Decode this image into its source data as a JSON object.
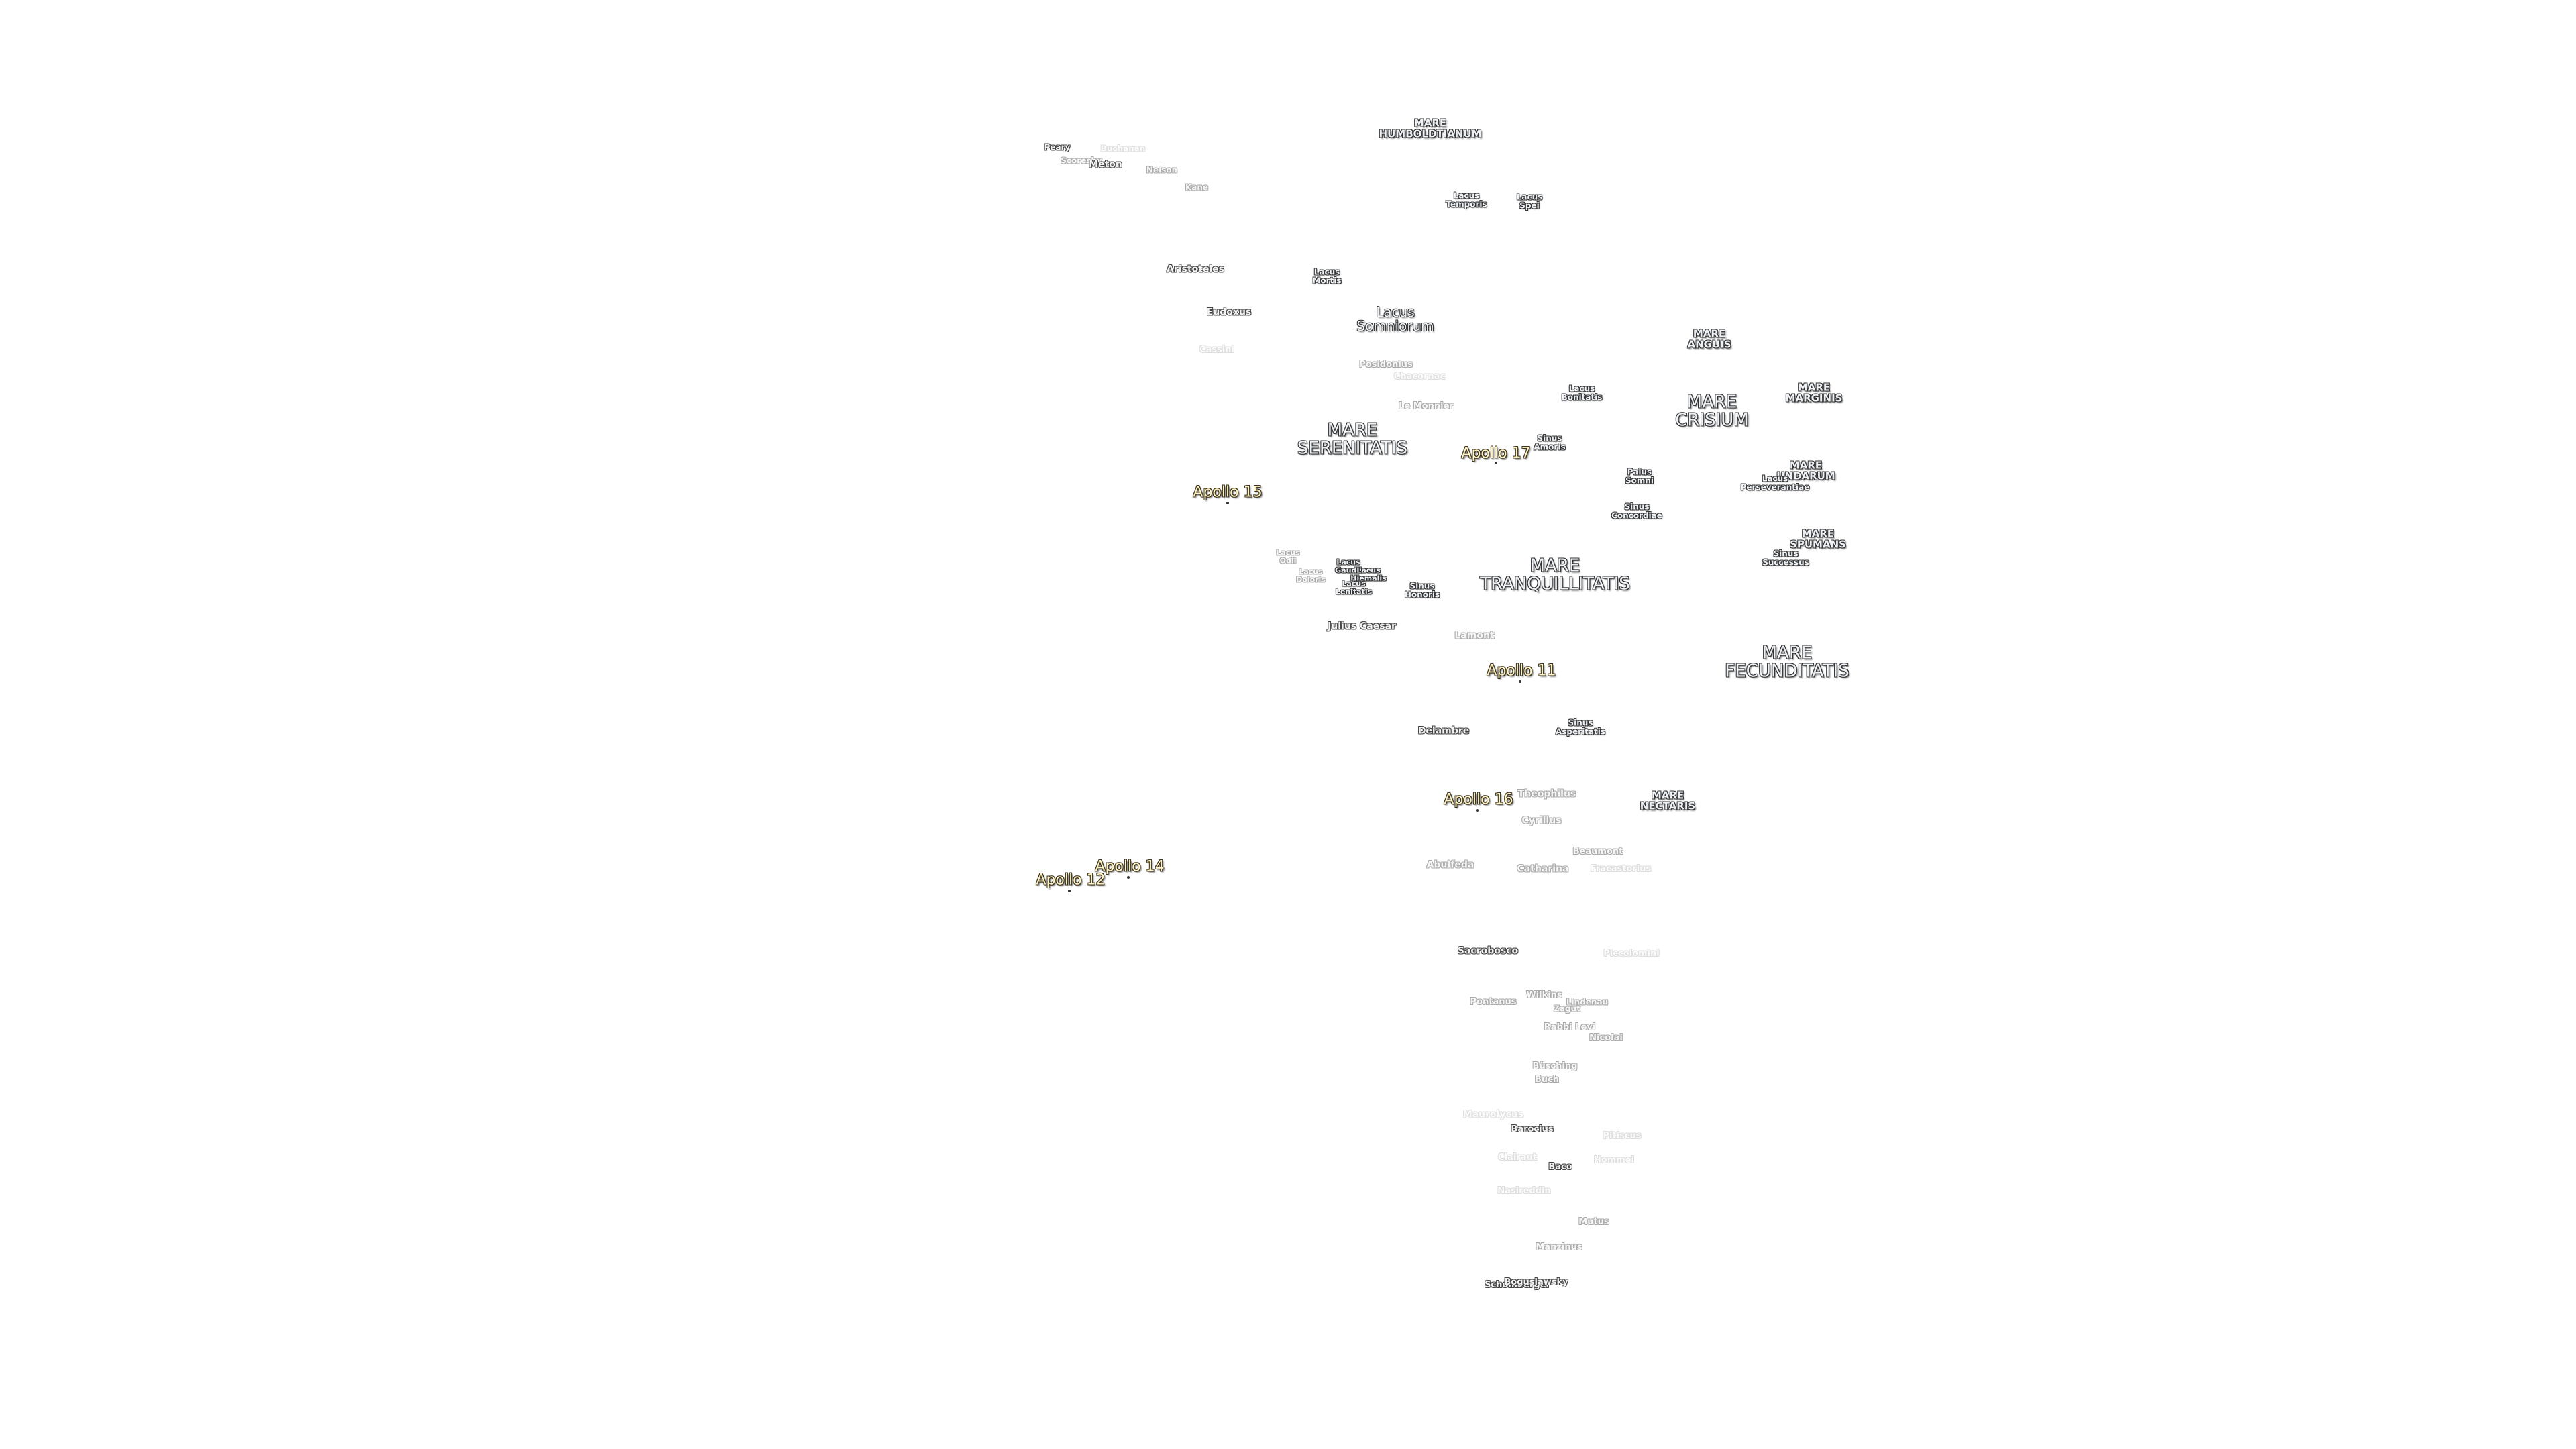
{
  "seas": [
    {
      "id": "mare-humboldtianum",
      "label": "MARE\nHUMBOLDTIANUM",
      "size": "small"
    },
    {
      "id": "mare-serenitatis",
      "label": "MARE\nSERENITATIS",
      "size": "large"
    },
    {
      "id": "mare-tranquillitatis",
      "label": "MARE\nTRANQUILLITATIS",
      "size": "large"
    },
    {
      "id": "mare-crisium",
      "label": "MARE\nCRISIUM",
      "size": "large"
    },
    {
      "id": "mare-fecunditatis",
      "label": "MARE\nFECUNDITATIS",
      "size": "large"
    },
    {
      "id": "mare-nectaris",
      "label": "MARE\nNECTARIS",
      "size": "small"
    },
    {
      "id": "mare-anguis",
      "label": "MARE\nANGUIS",
      "size": "small"
    },
    {
      "id": "mare-marginis",
      "label": "MARE\nMARGINIS",
      "size": "small"
    },
    {
      "id": "mare-undarum",
      "label": "MARE\nUNDARUM",
      "size": "small"
    },
    {
      "id": "mare-spumans",
      "label": "MARE\nSPUMANS",
      "size": "small"
    }
  ],
  "lakes": [
    {
      "id": "lacus-somniorum",
      "label": "Lacus\nSomniorum",
      "size": "large"
    },
    {
      "id": "lacus-temporis",
      "label": "Lacus\nTemporis",
      "size": "small"
    },
    {
      "id": "lacus-spei",
      "label": "Lacus\nSpei",
      "size": "small"
    },
    {
      "id": "lacus-mortis",
      "label": "Lacus\nMortis",
      "size": "small"
    },
    {
      "id": "lacus-bonitatis",
      "label": "Lacus\nBonitatis",
      "size": "small"
    },
    {
      "id": "sinus-amoris",
      "label": "Sinus\nAmoris",
      "size": "small"
    },
    {
      "id": "palus-somni",
      "label": "Palus\nSomni",
      "size": "small"
    },
    {
      "id": "sinus-concordiae",
      "label": "Sinus\nConcordiae",
      "size": "small"
    },
    {
      "id": "lacus-perseverantiae",
      "label": "Lacus\nPerseverantiae",
      "size": "small"
    },
    {
      "id": "sinus-successus",
      "label": "Sinus\nSuccessus",
      "size": "small"
    },
    {
      "id": "lacus-odii",
      "label": "Lacus\nOdii",
      "size": "faint"
    },
    {
      "id": "lacus-doloris",
      "label": "Lacus\nDoloris",
      "size": "faint"
    },
    {
      "id": "lacus-gaudii",
      "label": "Lacus\nGaudii",
      "size": "small"
    },
    {
      "id": "lacus-hiemalis",
      "label": "Lacus\nHiemalis",
      "size": "small"
    },
    {
      "id": "lacus-lenitatis",
      "label": "Lacus\nLenitatis",
      "size": "small"
    },
    {
      "id": "sinus-honoris",
      "label": "Sinus\nHonoris",
      "size": "small"
    },
    {
      "id": "sinus-asperitatis",
      "label": "Sinus\nAsperitatis",
      "size": "small"
    }
  ],
  "craters": [
    {
      "id": "peary",
      "label": "Peary",
      "tone": "normal"
    },
    {
      "id": "bucherer",
      "label": "Buchanan",
      "tone": "ghost"
    },
    {
      "id": "scoresby",
      "label": "Scoresby",
      "tone": "faint"
    },
    {
      "id": "meton",
      "label": "Meton",
      "tone": "normal"
    },
    {
      "id": "nelson",
      "label": "Nelson",
      "tone": "faint"
    },
    {
      "id": "kane",
      "label": "Kane",
      "tone": "faint"
    },
    {
      "id": "aristoteles",
      "label": "Aristoteles",
      "tone": "normal"
    },
    {
      "id": "eudoxus",
      "label": "Eudoxus",
      "tone": "normal"
    },
    {
      "id": "cassini",
      "label": "Cassini",
      "tone": "ghost"
    },
    {
      "id": "posidonius",
      "label": "Posidonius",
      "tone": "faint"
    },
    {
      "id": "chacornac",
      "label": "Chacornac",
      "tone": "ghost"
    },
    {
      "id": "le-monnier",
      "label": "Le Monnier",
      "tone": "faint"
    },
    {
      "id": "julius-caesar",
      "label": "Julius Caesar",
      "tone": "normal"
    },
    {
      "id": "lamont",
      "label": "Lamont",
      "tone": "faint"
    },
    {
      "id": "delambre",
      "label": "Delambre",
      "tone": "normal"
    },
    {
      "id": "theophilus",
      "label": "Theophilus",
      "tone": "faint"
    },
    {
      "id": "cyrillus",
      "label": "Cyrillus",
      "tone": "faint"
    },
    {
      "id": "abulfeda",
      "label": "Abulfeda",
      "tone": "faint"
    },
    {
      "id": "catharina",
      "label": "Catharina",
      "tone": "faint"
    },
    {
      "id": "beaumont",
      "label": "Beaumont",
      "tone": "faint"
    },
    {
      "id": "fracastorius",
      "label": "Fracastorius",
      "tone": "ghost"
    },
    {
      "id": "sacrobosco",
      "label": "Sacrobosco",
      "tone": "normal"
    },
    {
      "id": "piccolomini",
      "label": "Piccolomini",
      "tone": "ghost"
    },
    {
      "id": "pontanus",
      "label": "Pontanus",
      "tone": "faint"
    },
    {
      "id": "wilkins",
      "label": "Wilkins",
      "tone": "faint"
    },
    {
      "id": "zagut",
      "label": "Zagut",
      "tone": "faint"
    },
    {
      "id": "lindenau",
      "label": "Lindenau",
      "tone": "faint"
    },
    {
      "id": "rabbi-levi",
      "label": "Rabbi Levi",
      "tone": "faint"
    },
    {
      "id": "nicolai",
      "label": "Nicolai",
      "tone": "faint"
    },
    {
      "id": "busching",
      "label": "Büsching",
      "tone": "faint"
    },
    {
      "id": "buch",
      "label": "Buch",
      "tone": "faint"
    },
    {
      "id": "maurolycus",
      "label": "Maurolycus",
      "tone": "ghost"
    },
    {
      "id": "barocius",
      "label": "Barocius",
      "tone": "normal"
    },
    {
      "id": "pitiscus",
      "label": "Pitiscus",
      "tone": "ghost"
    },
    {
      "id": "clairaut",
      "label": "Clairaut",
      "tone": "ghost"
    },
    {
      "id": "baco",
      "label": "Baco",
      "tone": "normal"
    },
    {
      "id": "hommel",
      "label": "Hommel",
      "tone": "ghost"
    },
    {
      "id": "nasireddin-faint",
      "label": "Nasireddin",
      "tone": "ghost"
    },
    {
      "id": "mutus",
      "label": "Mutus",
      "tone": "faint"
    },
    {
      "id": "manzinus",
      "label": "Manzinus",
      "tone": "faint"
    },
    {
      "id": "schomberger",
      "label": "Schomberger",
      "tone": "normal"
    },
    {
      "id": "boguslawsky",
      "label": "Boguslawsky",
      "tone": "normal"
    }
  ],
  "landing_sites": [
    {
      "id": "apollo-11",
      "label": "Apollo 11"
    },
    {
      "id": "apollo-12",
      "label": "Apollo 12"
    },
    {
      "id": "apollo-14",
      "label": "Apollo 14"
    },
    {
      "id": "apollo-15",
      "label": "Apollo 15"
    },
    {
      "id": "apollo-16",
      "label": "Apollo 16"
    },
    {
      "id": "apollo-17",
      "label": "Apollo 17"
    }
  ],
  "colors": {
    "background": "#ffffff",
    "label_fill": "#eef2f6",
    "label_outline": "#333333",
    "apollo_fill": "#fff3c4"
  }
}
